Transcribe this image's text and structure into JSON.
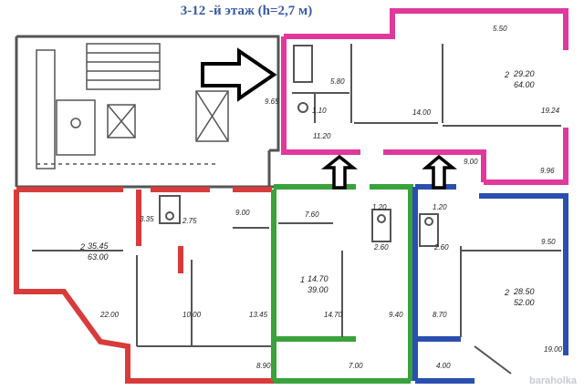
{
  "title": "3-12 -й  этаж (h=2,7 м)",
  "colors": {
    "magenta": "#e0389c",
    "red": "#d93a3a",
    "green": "#3aa23a",
    "blue": "#2a4fb0",
    "wall": "#555555",
    "title": "#3a5aa8"
  },
  "apartments": {
    "magenta": {
      "labels": {
        "a": "5.50",
        "b": "5.80",
        "c": "9.65",
        "d": "1.10",
        "e": "11.20",
        "f": "14.00",
        "g": "2",
        "h": "29.20",
        "i": "64.00",
        "j": "19.24",
        "k": "9.00",
        "l": "9.96"
      }
    },
    "red": {
      "labels": {
        "a": "3.35",
        "b": "2.75",
        "c": "9.00",
        "d": "2",
        "e": "35.45",
        "f": "63.00",
        "g": "22.00",
        "h": "10.00",
        "i": "13.45",
        "j": "8.90"
      }
    },
    "green": {
      "labels": {
        "a": "7.60",
        "b": "1.20",
        "c": "2.60",
        "d": "1",
        "e": "14.70",
        "f": "39.00",
        "g": "14.70",
        "h": "9.40",
        "i": "7.00"
      }
    },
    "blue": {
      "labels": {
        "a": "1.20",
        "b": "2.60",
        "c": "9.50",
        "d": "2",
        "e": "28.50",
        "f": "52.00",
        "g": "8.70",
        "h": "19.00",
        "i": "4.00"
      }
    }
  },
  "watermark": "baraholka"
}
